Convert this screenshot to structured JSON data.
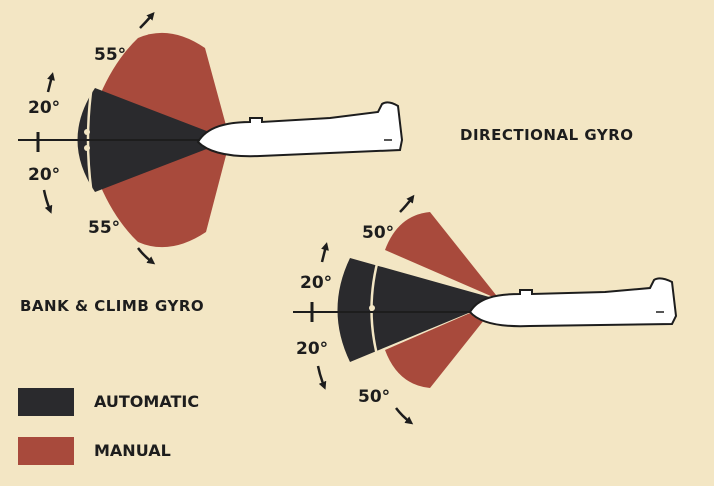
{
  "colors": {
    "background": "#f3e6c4",
    "automatic": "#2a2a2d",
    "manual": "#a84a3c",
    "outline": "#1d1d1d",
    "airplane_fill": "#ffffff"
  },
  "directional_gyro": {
    "title": "DIRECTIONAL GYRO",
    "manual_up_label": "55°",
    "manual_down_label": "55°",
    "auto_up_label": "20°",
    "auto_down_label": "20°"
  },
  "bank_climb_gyro": {
    "title": "BANK & CLIMB GYRO",
    "manual_up_label": "50°",
    "manual_down_label": "50°",
    "auto_up_label": "20°",
    "auto_down_label": "20°"
  },
  "legend": [
    {
      "label": "AUTOMATIC",
      "color": "#2a2a2d"
    },
    {
      "label": "MANUAL",
      "color": "#a84a3c"
    }
  ]
}
